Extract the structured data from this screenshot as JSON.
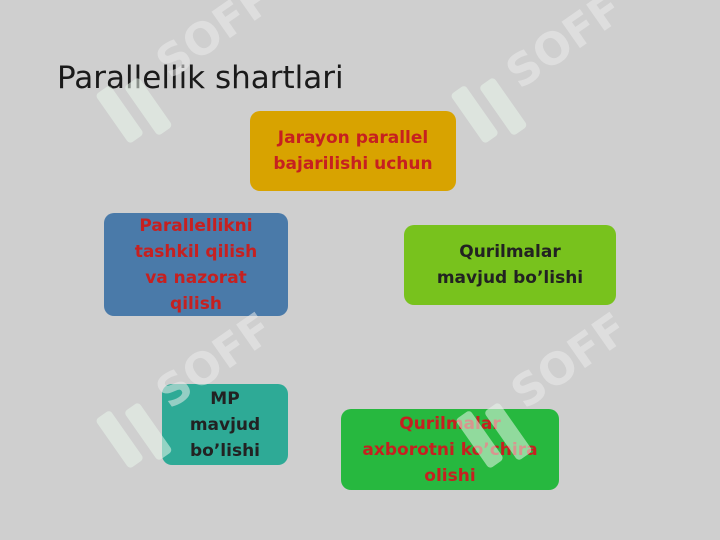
{
  "slide": {
    "title": "Parallellik shartlari",
    "watermark_text": "SOFF",
    "boxes": [
      {
        "id": "top",
        "text": "Jarayon parallel\nbajarilishi uchun",
        "fill": "#d8a300",
        "text_color": "#c62020"
      },
      {
        "id": "left",
        "text": "Parallellikni\ntashkil qilish\nva nazorat\nqilish",
        "fill": "#4a7aa9",
        "text_color": "#c62020"
      },
      {
        "id": "right",
        "text": "Qurilmalar\nmavjud bo’lishi",
        "fill": "#78c21d",
        "text_color": "#222222"
      },
      {
        "id": "bottom-left",
        "text": "MP\nmavjud\nbo’lishi",
        "fill": "#2eaa96",
        "text_color": "#222222"
      },
      {
        "id": "bottom-right",
        "text": "Qurilmalar\naxborotni ko’chira\nolishi",
        "fill": "#27b83f",
        "text_color": "#c62020"
      }
    ]
  }
}
